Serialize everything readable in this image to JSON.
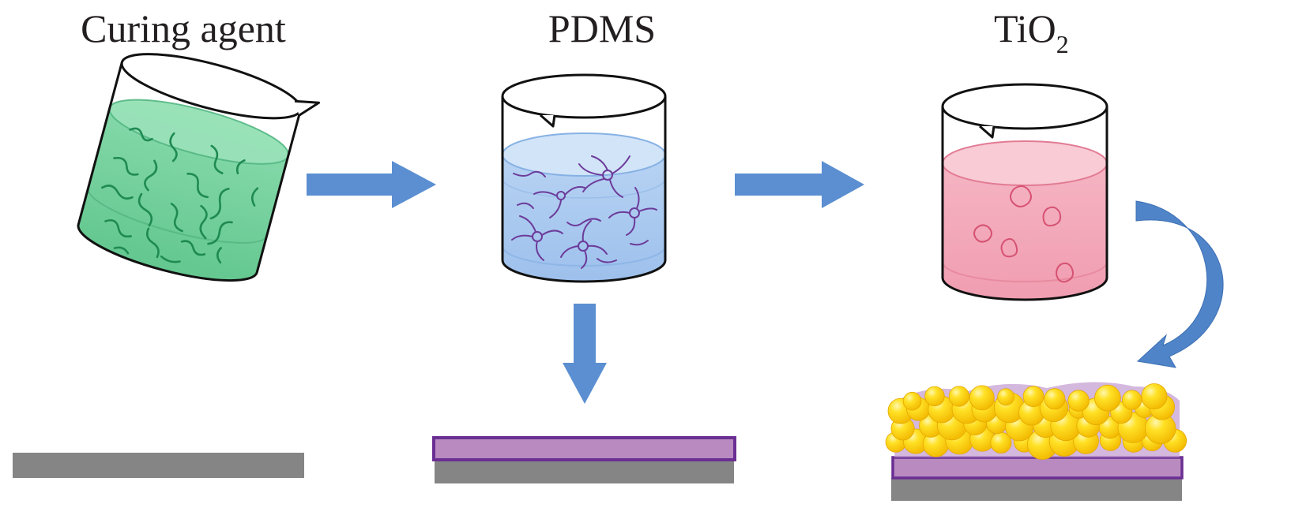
{
  "labels": {
    "curing_agent": "Curing agent",
    "pdms": "PDMS",
    "tio2_main": "TiO",
    "tio2_sub": "2"
  },
  "colors": {
    "arrow": "#5b8fd1",
    "arrow_dark": "#3f6fb3",
    "green_liquid": "#6fcf97",
    "green_strand": "#1f8a52",
    "blue_liquid": "#a9c8ee",
    "purple_strand": "#6c3b9a",
    "pink_liquid": "#f2a7b6",
    "pink_particle": "#d65272",
    "substrate": "#858585",
    "pdms_layer": "#b98ac0",
    "pdms_border": "#6b2f93",
    "tio2_particle": "#ffd51f"
  }
}
